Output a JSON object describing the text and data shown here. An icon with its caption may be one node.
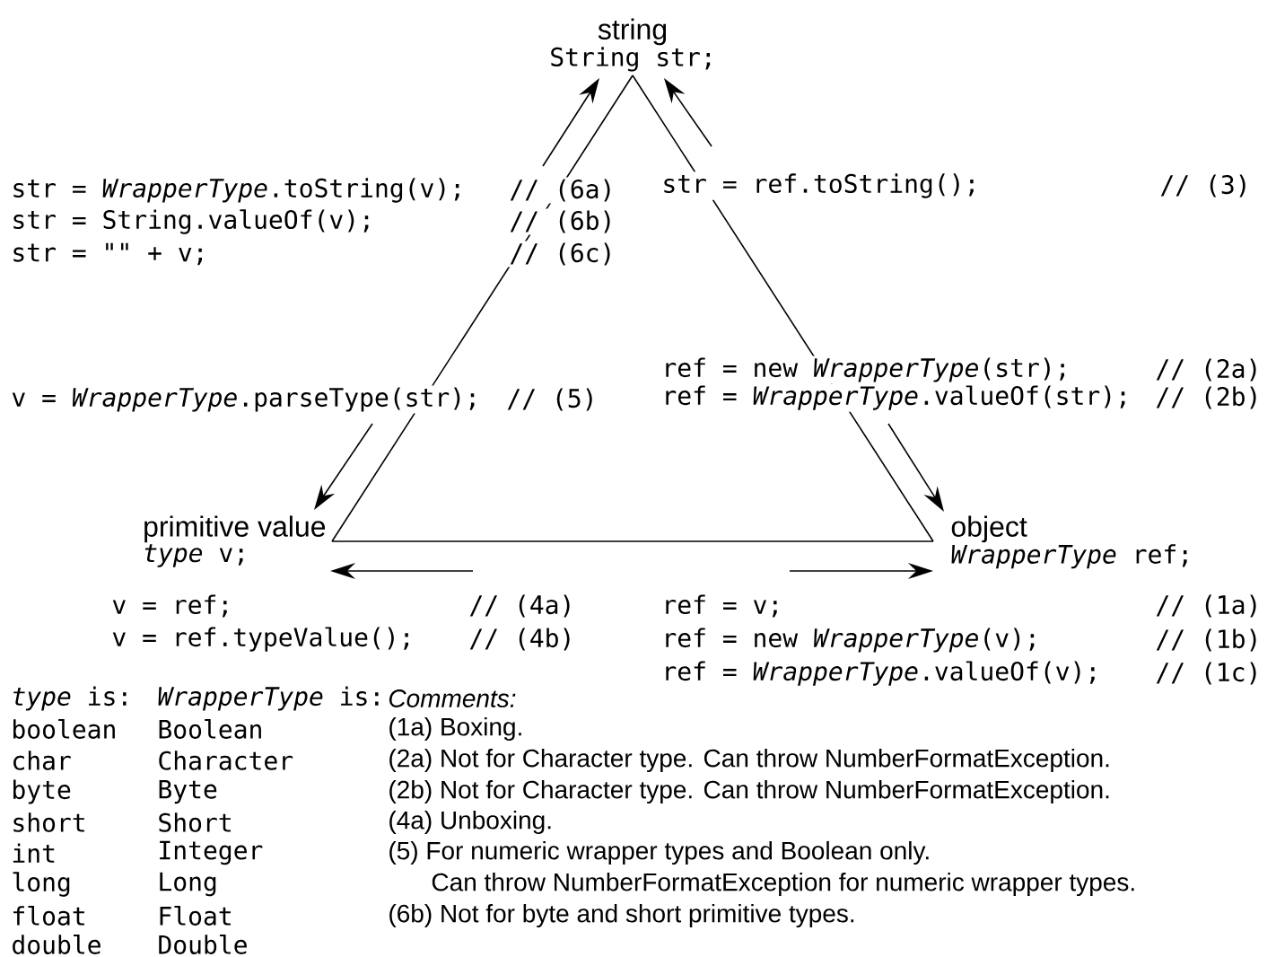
{
  "diagram": {
    "nodes": [
      {
        "text": [
          "string",
          "String str;"
        ]
      },
      {
        "text": [
          "primitive value",
          "*type* v;"
        ]
      },
      {
        "text": [
          "object",
          "*WrapperType* ref;"
        ]
      }
    ],
    "edges": [
      {
        "from": 0,
        "to": 1,
        "arrow": "none"
      },
      {
        "from": 0,
        "to": 2,
        "arrow": "none"
      },
      {
        "from": 1,
        "to": 2,
        "arrow": "none"
      },
      {
        "from": null,
        "to": 0,
        "arrow": "to"
      },
      {
        "from": null,
        "to": 1,
        "arrow": "to"
      },
      {
        "from": null,
        "to": 0,
        "arrow": "to"
      },
      {
        "from": null,
        "to": 2,
        "arrow": "to"
      },
      {
        "from": null,
        "to": 1,
        "arrow": "to"
      },
      {
        "from": null,
        "to": 2,
        "arrow": "to"
      }
    ],
    "labels": [
      "str = *WrapperType*.toString(v);",
      "// (6a)",
      "str = ref.toString();",
      "// (3)",
      "str = String.valueOf(v);",
      "// (6b)",
      "str = \"\" + v;",
      "// (6c)",
      "ref = new *WrapperType*(str);",
      "// (2a)",
      "v = *WrapperType*.parseType(str);",
      "// (5)",
      "ref = *WrapperType*.valueOf(str);",
      "// (2b)",
      "v = ref;",
      "// (4a)",
      "ref = v;",
      "// (1a)",
      "v = ref.typeValue();",
      "// (4b)",
      "ref = new *WrapperType*(v);",
      "// (1b)",
      "ref = *WrapperType*.valueOf(v);",
      "// (1c)",
      "*type* is:",
      "*WrapperType* is:",
      "Comments:",
      "boolean",
      "Boolean",
      "(1a) Boxing.",
      "char",
      "Character",
      "(2a) Not for Character type. Can throw NumberFormatException.",
      "byte",
      "Byte",
      "(2b) Not for Character type. Can throw NumberFormatException.",
      "short",
      "Short",
      "(4a) Unboxing.",
      "int",
      "Integer",
      "(5) For numeric wrapper types and Boolean only.",
      "long",
      "Long",
      "Can throw NumberFormatException for numeric wrapper types.",
      "float",
      "Float",
      "(6b) Not for byte and short primitive types.",
      "double",
      "Double"
    ]
  }
}
